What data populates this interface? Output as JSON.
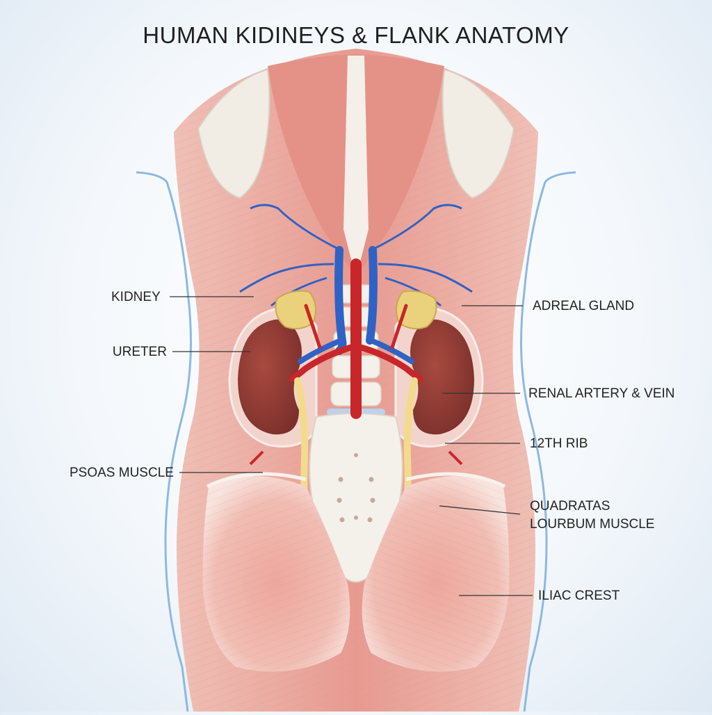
{
  "title": "HUMAN KIDINEYS & FLANK ANATOMY",
  "labels": {
    "kidney": "KIDNEY",
    "ureter": "URETER",
    "psoas": "PSOAS MUSCLE",
    "adrenal": "ADREAL GLAND",
    "renal_vessels": "RENAL ARTERY & VEIN",
    "rib12": "12TH RIB",
    "quadratus_line1": "QUADRATAS",
    "quadratus_line2": "LOURBUM MUSCLE",
    "iliac": "ILIAC CREST"
  },
  "colors": {
    "muscle": "#e8a39a",
    "muscle_dark": "#d9837a",
    "kidney": "#8e3b34",
    "artery": "#c8262a",
    "vein": "#2f62c4",
    "adrenal": "#ead27c",
    "ureter": "#f2dc8c",
    "bone": "#f4f1ea",
    "outline": "#7fb0de"
  }
}
